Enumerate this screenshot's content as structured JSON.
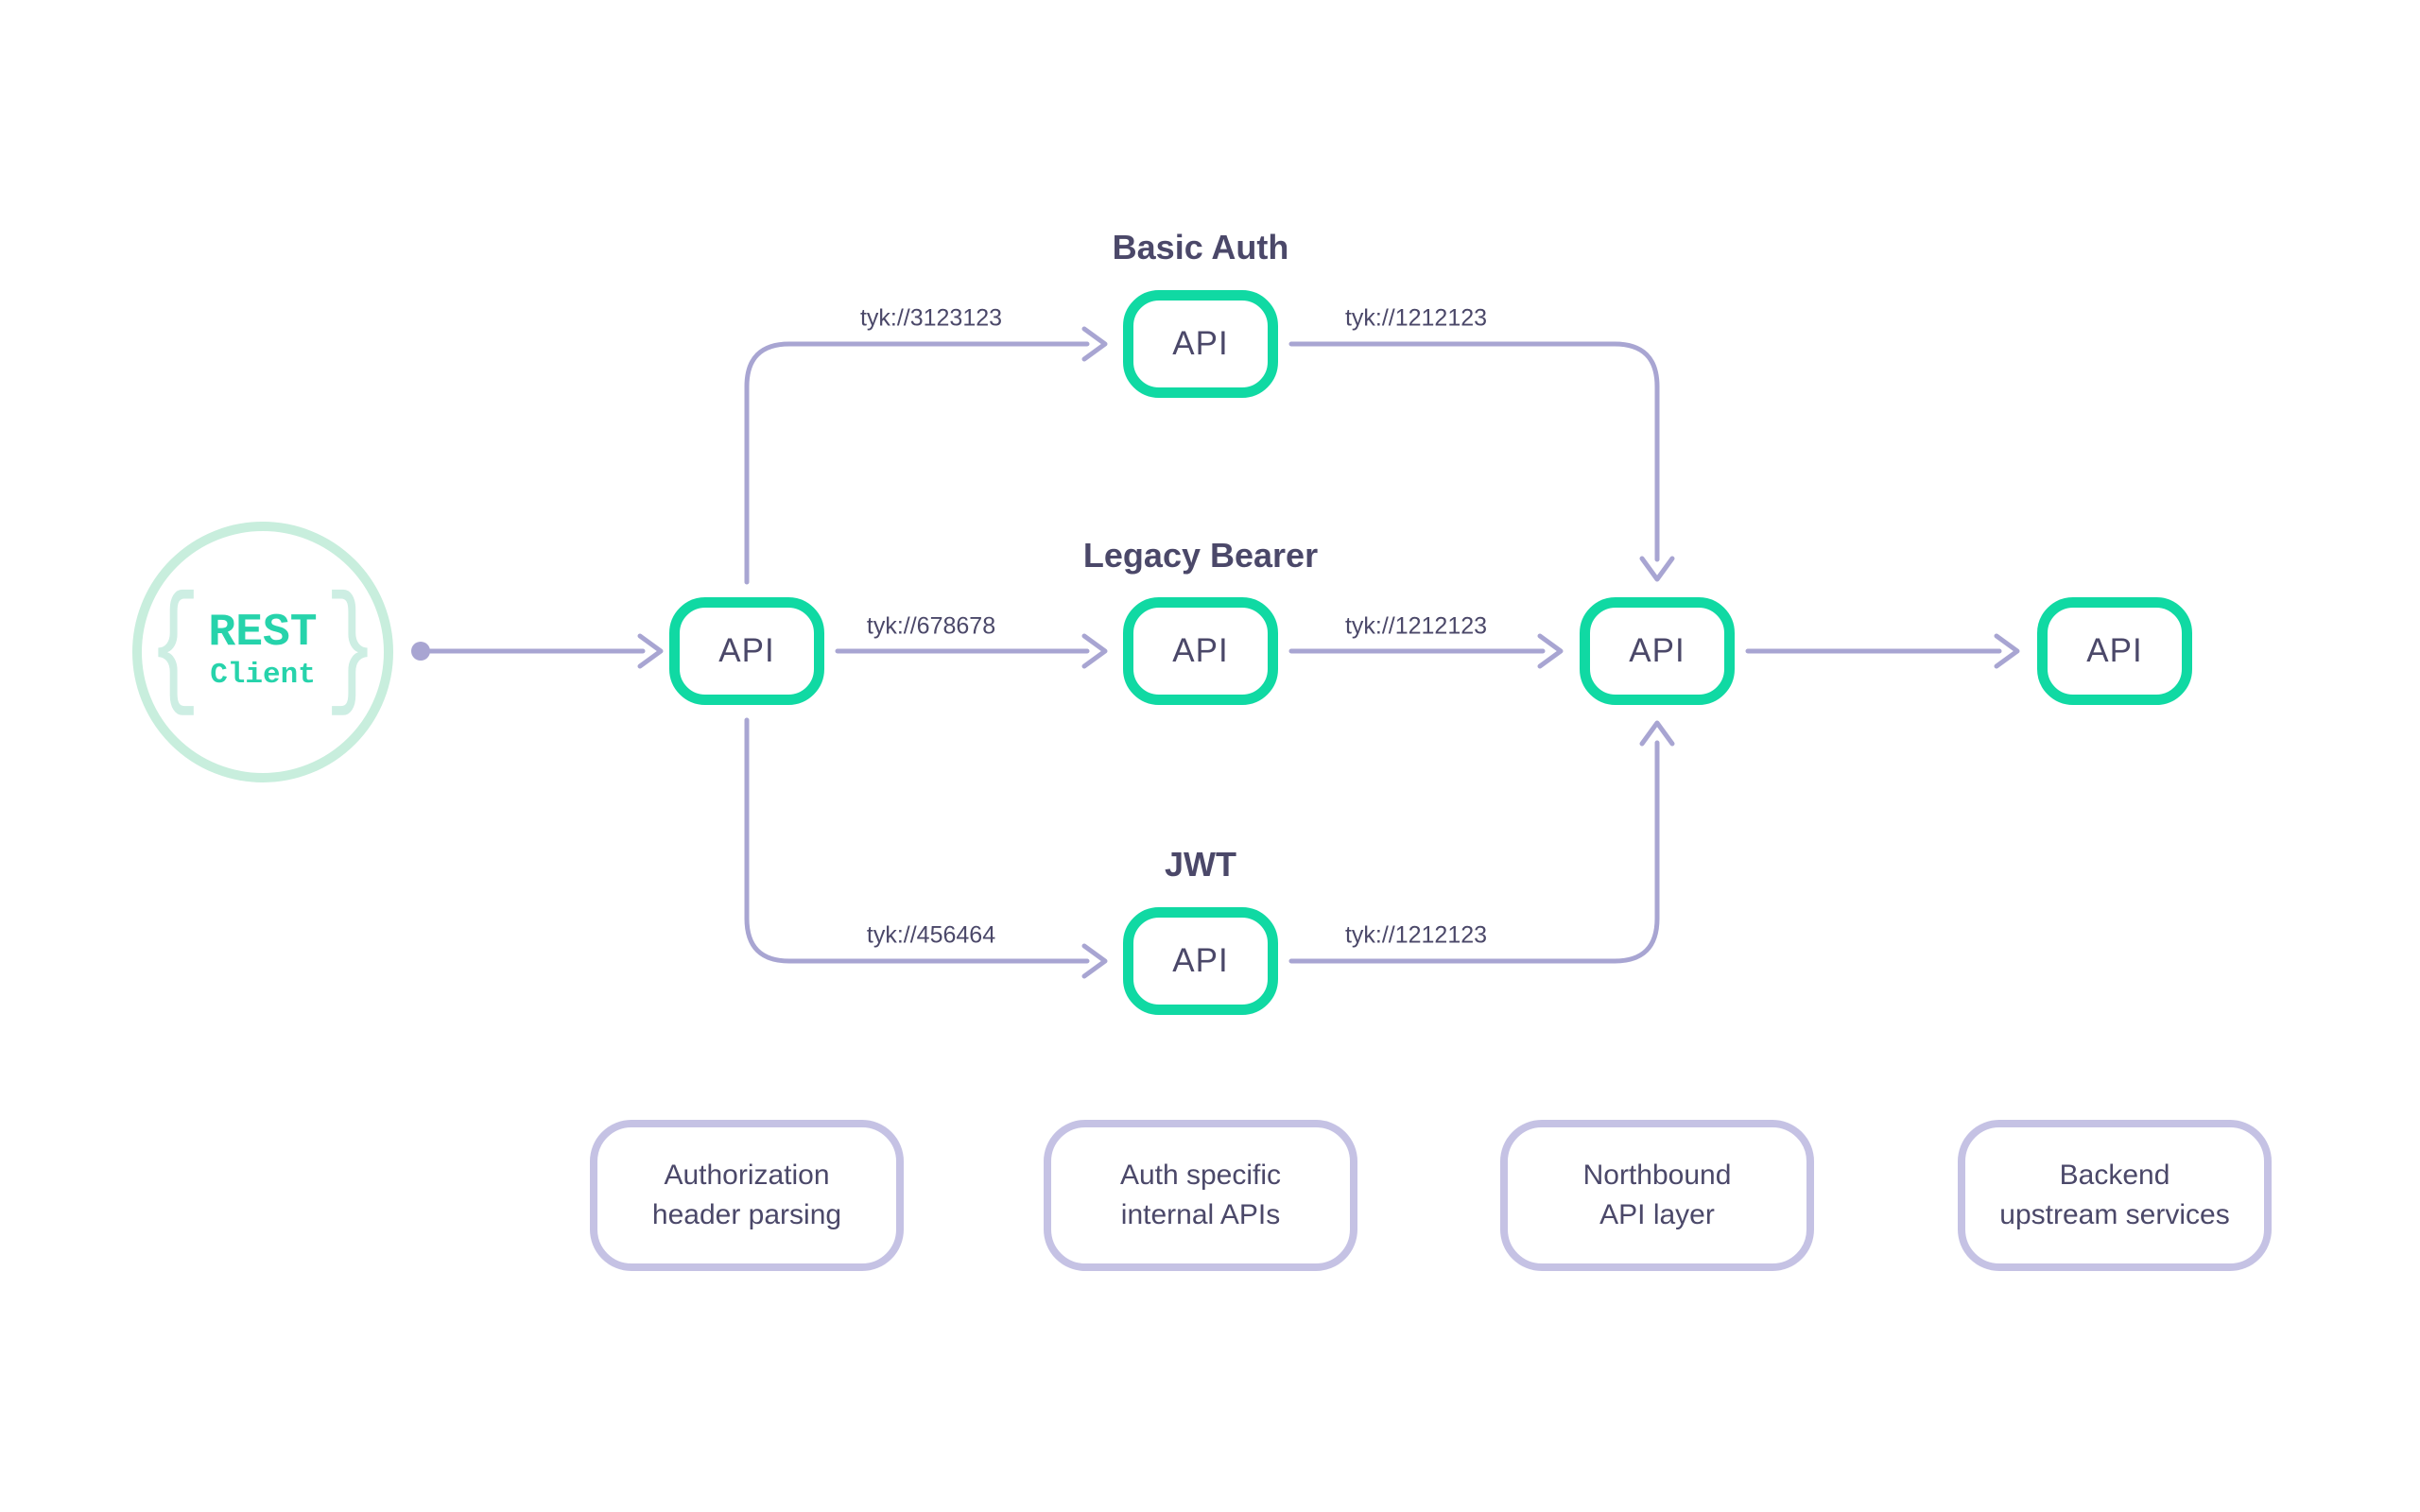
{
  "palette": {
    "api_border_teal": "#10d9a3",
    "client_ring_mint": "#c8eedd",
    "client_text_teal": "#26d3ab",
    "connector_purple": "#a8a5d2",
    "text_ink": "#4b4869",
    "footnote_border_lavender": "#c5c2e4"
  },
  "client": {
    "brace_left": "{",
    "brace_right": "}",
    "title": "REST",
    "subtitle": "Client"
  },
  "entry_node": {
    "label": "API"
  },
  "gateway_node": {
    "label": "API"
  },
  "backend_node": {
    "label": "API"
  },
  "branches": [
    {
      "title": "Basic Auth",
      "api_label": "API",
      "in_url": "tyk://3123123",
      "out_url": "tyk://1212123"
    },
    {
      "title": "Legacy Bearer",
      "api_label": "API",
      "in_url": "tyk://678678",
      "out_url": "tyk://1212123"
    },
    {
      "title": "JWT",
      "api_label": "API",
      "in_url": "tyk://456464",
      "out_url": "tyk://1212123"
    }
  ],
  "footnotes": [
    {
      "line1": "Authorization",
      "line2": "header parsing"
    },
    {
      "line1": "Auth specific",
      "line2": "internal APIs"
    },
    {
      "line1": "Northbound",
      "line2": "API layer"
    },
    {
      "line1": "Backend",
      "line2": "upstream services"
    }
  ]
}
